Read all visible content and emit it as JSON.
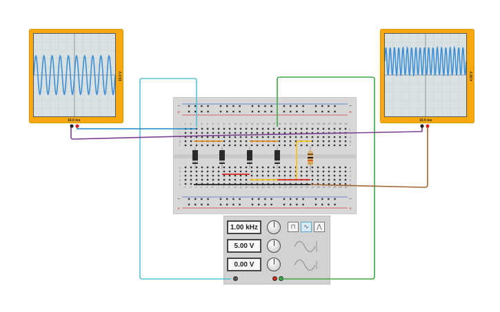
{
  "oscilloscope_left": {
    "time_label": "10.0 ms",
    "volt_label": "10.0 V",
    "color": "#f5a90f"
  },
  "oscilloscope_right": {
    "time_label": "10.0 ms",
    "volt_label": "4.00 V"
  },
  "function_generator": {
    "frequency": "1.00 kHz",
    "amplitude": "5.00 V",
    "dc_offset": "0.00 V",
    "waveforms": [
      "square-wave-icon",
      "sine-wave-icon",
      "triangle-wave-icon"
    ],
    "selected_waveform": "sine-wave-icon"
  },
  "breadboard": {
    "column_numbers": [
      "1",
      "2",
      "3",
      "4",
      "5",
      "6",
      "7",
      "8",
      "9",
      "10",
      "11",
      "12",
      "13",
      "14",
      "15",
      "16",
      "17",
      "18",
      "19",
      "20",
      "21",
      "22",
      "23",
      "24",
      "25",
      "26",
      "27",
      "28",
      "29",
      "30"
    ],
    "row_letters_top": [
      "j",
      "i",
      "h",
      "g",
      "f"
    ],
    "row_letters_bottom": [
      "e",
      "d",
      "c",
      "b",
      "a"
    ],
    "rail_plus": "+",
    "rail_minus": "−"
  },
  "wire_colors": {
    "cyan": "#56c0d8",
    "green": "#3aa845",
    "purple": "#7a3d8f",
    "brown": "#a0632e",
    "blue": "#1e87c8",
    "red": "#d8231f",
    "yellow": "#f2c618",
    "black": "#222222",
    "orange": "#e08a1a"
  }
}
